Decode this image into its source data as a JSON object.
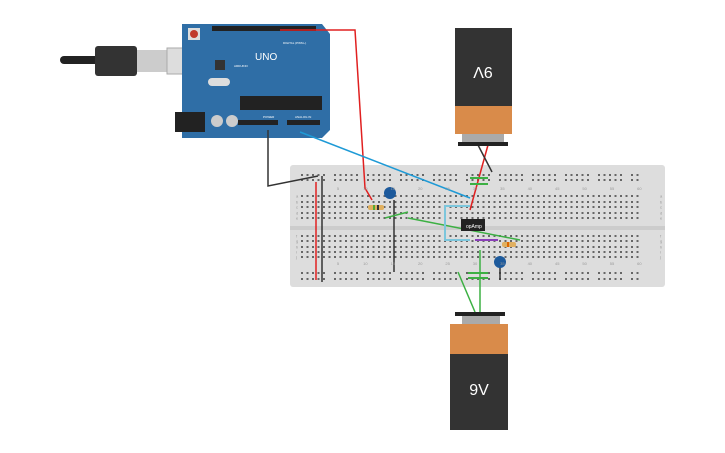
{
  "arduino": {
    "model": "UNO",
    "brand": "ARDUINO",
    "digital_label": "DIGITAL (PWM~)",
    "power_label": "POWER",
    "analog_label": "ANALOG IN",
    "board_color": "#2f6ea6"
  },
  "breadboard": {
    "column_numbers": [
      "5",
      "10",
      "15",
      "20",
      "25",
      "30",
      "35",
      "40",
      "45",
      "50",
      "55",
      "60"
    ],
    "row_letters": [
      "a",
      "b",
      "c",
      "d",
      "e",
      "f",
      "g",
      "h",
      "i",
      "j"
    ]
  },
  "opamp": {
    "label": "opAmp"
  },
  "battery_top": {
    "label": "9V"
  },
  "battery_bottom": {
    "label": "9V"
  },
  "colors": {
    "wire_red": "#e02020",
    "wire_black": "#333333",
    "wire_blue": "#1e9ad6",
    "wire_green": "#3cb043",
    "wire_cyan": "#7cc6dc",
    "wire_purple": "#8a3fb8",
    "battery_orange": "#d98b4a",
    "capacitor_blue": "#1d5a9c"
  }
}
